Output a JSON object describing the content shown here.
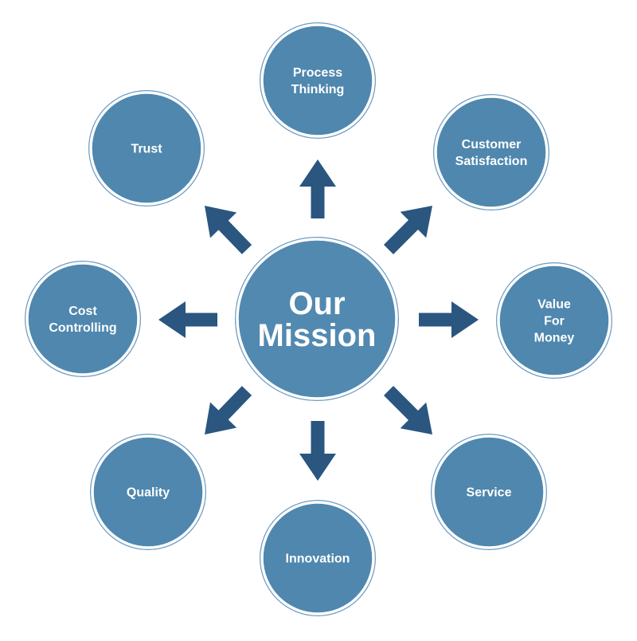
{
  "center": {
    "lines": [
      "Our",
      "Mission"
    ]
  },
  "nodes": [
    {
      "id": "process-thinking",
      "lines": [
        "Process",
        "Thinking"
      ]
    },
    {
      "id": "customer-satisfaction",
      "lines": [
        "Customer",
        "Satisfaction"
      ]
    },
    {
      "id": "value-for-money",
      "lines": [
        "Value",
        "For",
        "Money"
      ]
    },
    {
      "id": "service",
      "lines": [
        "Service"
      ]
    },
    {
      "id": "innovation",
      "lines": [
        "Innovation"
      ]
    },
    {
      "id": "quality",
      "lines": [
        "Quality"
      ]
    },
    {
      "id": "cost-controlling",
      "lines": [
        "Cost",
        "Controlling"
      ]
    },
    {
      "id": "trust",
      "lines": [
        "Trust"
      ]
    }
  ],
  "colors": {
    "circle_fill": "#4f87ae",
    "circle_fill_center": "#5289b1",
    "circle_border": "#ffffff",
    "circle_outer_ring": "#6b9cc0",
    "arrow": "#2a5680",
    "text": "#ffffff"
  }
}
